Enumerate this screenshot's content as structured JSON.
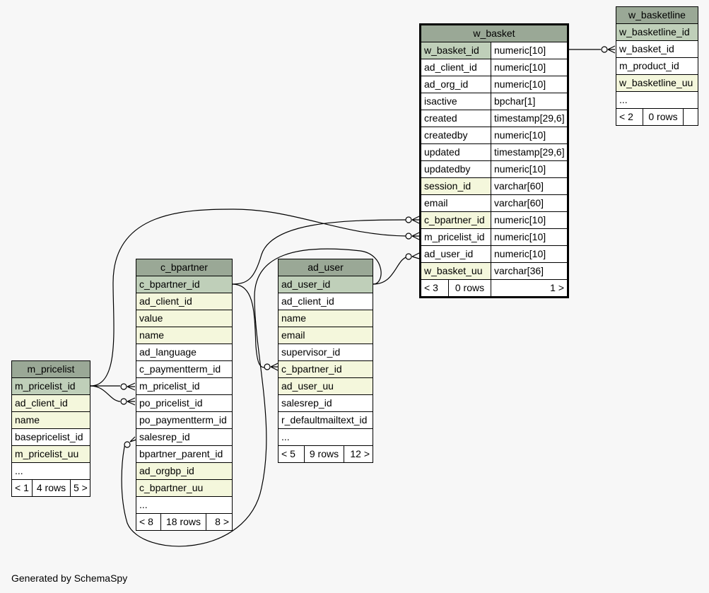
{
  "footer_text": "Generated by SchemaSpy",
  "tables": {
    "w_basket": {
      "name": "w_basket",
      "rows": [
        {
          "col": "w_basket_id",
          "type": "numeric[10]",
          "kind": "pk"
        },
        {
          "col": "ad_client_id",
          "type": "numeric[10]",
          "kind": "pl"
        },
        {
          "col": "ad_org_id",
          "type": "numeric[10]",
          "kind": "pl"
        },
        {
          "col": "isactive",
          "type": "bpchar[1]",
          "kind": "pl"
        },
        {
          "col": "created",
          "type": "timestamp[29,6]",
          "kind": "pl"
        },
        {
          "col": "createdby",
          "type": "numeric[10]",
          "kind": "pl"
        },
        {
          "col": "updated",
          "type": "timestamp[29,6]",
          "kind": "pl"
        },
        {
          "col": "updatedby",
          "type": "numeric[10]",
          "kind": "pl"
        },
        {
          "col": "session_id",
          "type": "varchar[60]",
          "kind": "fk"
        },
        {
          "col": "email",
          "type": "varchar[60]",
          "kind": "pl"
        },
        {
          "col": "c_bpartner_id",
          "type": "numeric[10]",
          "kind": "fk"
        },
        {
          "col": "m_pricelist_id",
          "type": "numeric[10]",
          "kind": "pl"
        },
        {
          "col": "ad_user_id",
          "type": "numeric[10]",
          "kind": "pl"
        },
        {
          "col": "w_basket_uu",
          "type": "varchar[36]",
          "kind": "fk"
        }
      ],
      "footer": [
        "< 3",
        "0 rows",
        "1 >"
      ]
    },
    "w_basketline": {
      "name": "w_basketline",
      "rows": [
        {
          "col": "w_basketline_id",
          "kind": "pk"
        },
        {
          "col": "w_basket_id",
          "kind": "pl"
        },
        {
          "col": "m_product_id",
          "kind": "pl"
        },
        {
          "col": "w_basketline_uu",
          "kind": "fk"
        },
        {
          "col": "...",
          "kind": "pl"
        }
      ],
      "footer": [
        "< 2",
        "0 rows",
        ""
      ]
    },
    "c_bpartner": {
      "name": "c_bpartner",
      "rows": [
        {
          "col": "c_bpartner_id",
          "kind": "pk"
        },
        {
          "col": "ad_client_id",
          "kind": "fk"
        },
        {
          "col": "value",
          "kind": "fk"
        },
        {
          "col": "name",
          "kind": "fk"
        },
        {
          "col": "ad_language",
          "kind": "pl"
        },
        {
          "col": "c_paymentterm_id",
          "kind": "pl"
        },
        {
          "col": "m_pricelist_id",
          "kind": "pl"
        },
        {
          "col": "po_pricelist_id",
          "kind": "pl"
        },
        {
          "col": "po_paymentterm_id",
          "kind": "pl"
        },
        {
          "col": "salesrep_id",
          "kind": "pl"
        },
        {
          "col": "bpartner_parent_id",
          "kind": "pl"
        },
        {
          "col": "ad_orgbp_id",
          "kind": "fk"
        },
        {
          "col": "c_bpartner_uu",
          "kind": "fk"
        },
        {
          "col": "...",
          "kind": "pl"
        }
      ],
      "footer": [
        "< 8",
        "18 rows",
        "8 >"
      ]
    },
    "ad_user": {
      "name": "ad_user",
      "rows": [
        {
          "col": "ad_user_id",
          "kind": "pk"
        },
        {
          "col": "ad_client_id",
          "kind": "pl"
        },
        {
          "col": "name",
          "kind": "fk"
        },
        {
          "col": "email",
          "kind": "fk"
        },
        {
          "col": "supervisor_id",
          "kind": "pl"
        },
        {
          "col": "c_bpartner_id",
          "kind": "fk"
        },
        {
          "col": "ad_user_uu",
          "kind": "fk"
        },
        {
          "col": "salesrep_id",
          "kind": "pl"
        },
        {
          "col": "r_defaultmailtext_id",
          "kind": "pl"
        },
        {
          "col": "...",
          "kind": "pl"
        }
      ],
      "footer": [
        "< 5",
        "9 rows",
        "12 >"
      ]
    },
    "m_pricelist": {
      "name": "m_pricelist",
      "rows": [
        {
          "col": "m_pricelist_id",
          "kind": "pk"
        },
        {
          "col": "ad_client_id",
          "kind": "fk"
        },
        {
          "col": "name",
          "kind": "fk"
        },
        {
          "col": "basepricelist_id",
          "kind": "pl"
        },
        {
          "col": "m_pricelist_uu",
          "kind": "fk"
        },
        {
          "col": "...",
          "kind": "pl"
        }
      ],
      "footer": [
        "< 1",
        "4 rows",
        "5 >"
      ]
    }
  }
}
